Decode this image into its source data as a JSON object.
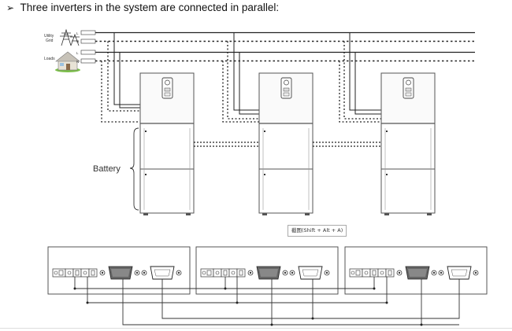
{
  "heading": {
    "bullet": "➢",
    "text": "Three inverters in the system are connected in parallel:"
  },
  "legend": {
    "utility_grid": "Utility Grid",
    "loads": "Loads",
    "line_l": "L",
    "line_n": "N"
  },
  "battery_label": "Battery",
  "screenshot_tip": "截图(Shift + Alt + A)",
  "colors": {
    "line": "#222222",
    "cabinet_stroke": "#555555",
    "board_stroke": "#444444"
  }
}
